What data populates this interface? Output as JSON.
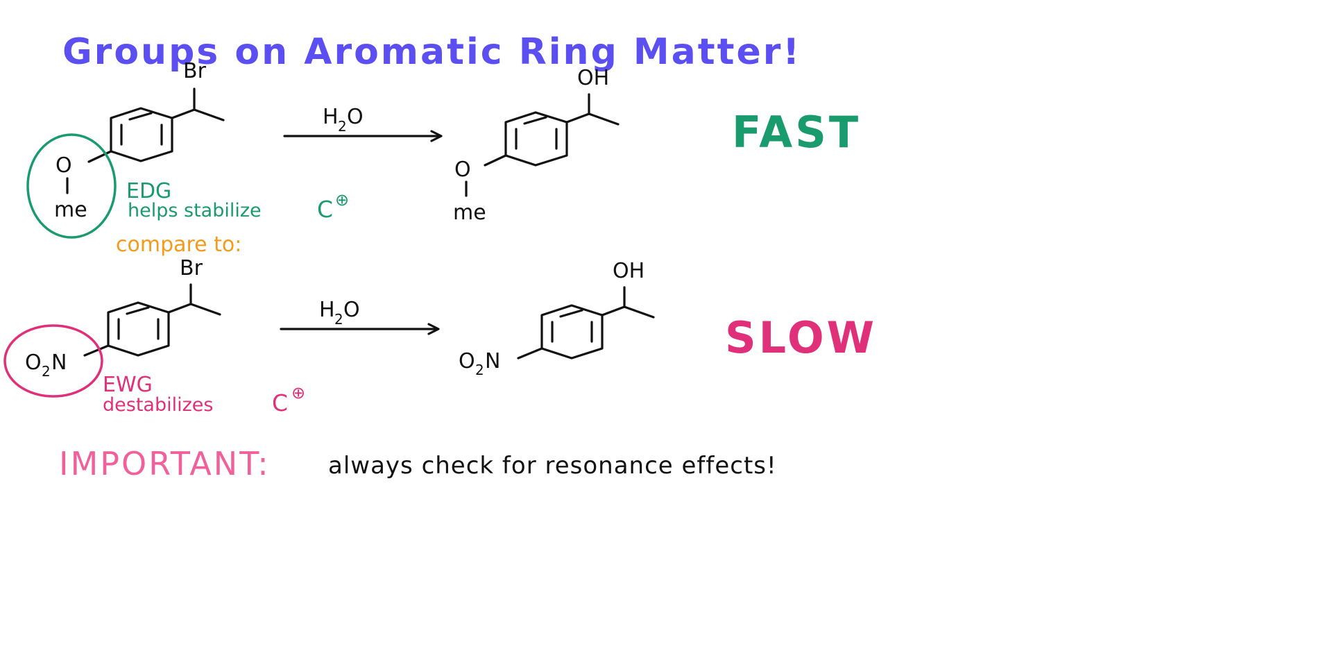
{
  "title": "Groups on Aromatic Ring Matter!",
  "colors": {
    "title": "#5b4ff2",
    "edg": "#1a9b6e",
    "ewg": "#e0307a",
    "compare": "#f59a1b",
    "important": "#f0609a",
    "ink": "#111111"
  },
  "reaction1": {
    "reactant": {
      "leaving_group": "Br",
      "substituent_top": "O",
      "substituent_bottom": "me",
      "annotation_label": "EDG",
      "annotation_text": "helps stabilize",
      "annotation_cation": "C",
      "cation_charge": "⊕"
    },
    "reagent": {
      "main": "H",
      "sub": "2",
      "tail": "O"
    },
    "product": {
      "group": "OH",
      "substituent_top": "O",
      "substituent_bottom": "me"
    },
    "rate": "FAST"
  },
  "compare_label": "compare to:",
  "reaction2": {
    "reactant": {
      "leaving_group": "Br",
      "substituent_a": "O",
      "substituent_sub": "2",
      "substituent_b": "N",
      "annotation_label": "EWG",
      "annotation_text": "destabilizes",
      "annotation_cation": "C",
      "cation_charge": "⊕"
    },
    "reagent": {
      "main": "H",
      "sub": "2",
      "tail": "O"
    },
    "product": {
      "group": "OH",
      "substituent_a": "O",
      "substituent_sub": "2",
      "substituent_b": "N"
    },
    "rate": "SLOW"
  },
  "footer": {
    "label": "IMPORTANT:",
    "text": "always check for resonance effects!"
  }
}
